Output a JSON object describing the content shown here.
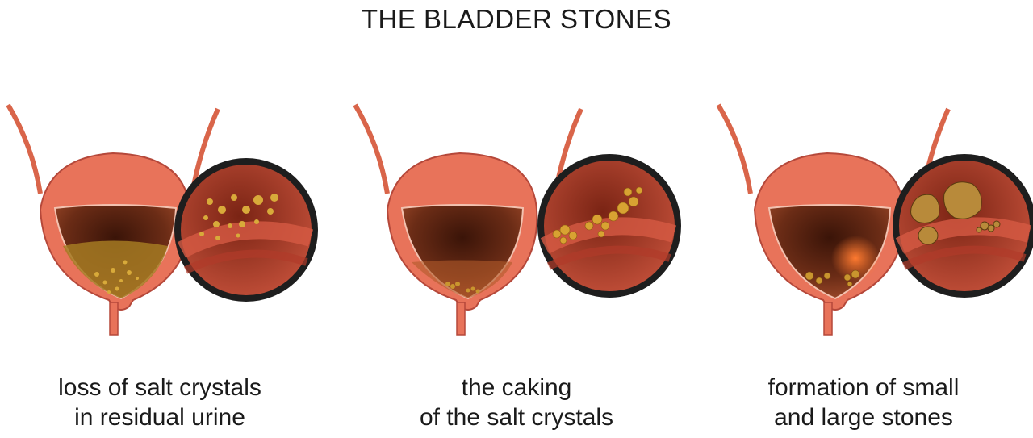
{
  "title": "THE BLADDER STONES",
  "panels": [
    {
      "stage": "crystals",
      "caption_line1": "loss of salt crystals",
      "caption_line2": "in residual urine"
    },
    {
      "stage": "caking",
      "caption_line1": "the caking",
      "caption_line2": "of the salt crystals"
    },
    {
      "stage": "stones",
      "caption_line1": "formation of small",
      "caption_line2": "and large stones"
    }
  ],
  "colors": {
    "bladder_wall": "#e8735a",
    "bladder_outline": "#b5483a",
    "cavity_dark": "#5a2414",
    "cavity_mid": "#8a3d22",
    "urine": "#b48a2a",
    "crystal": "#d8aa3a",
    "lens_ring": "#1e1e1e",
    "muscle": "#c84a3a"
  }
}
